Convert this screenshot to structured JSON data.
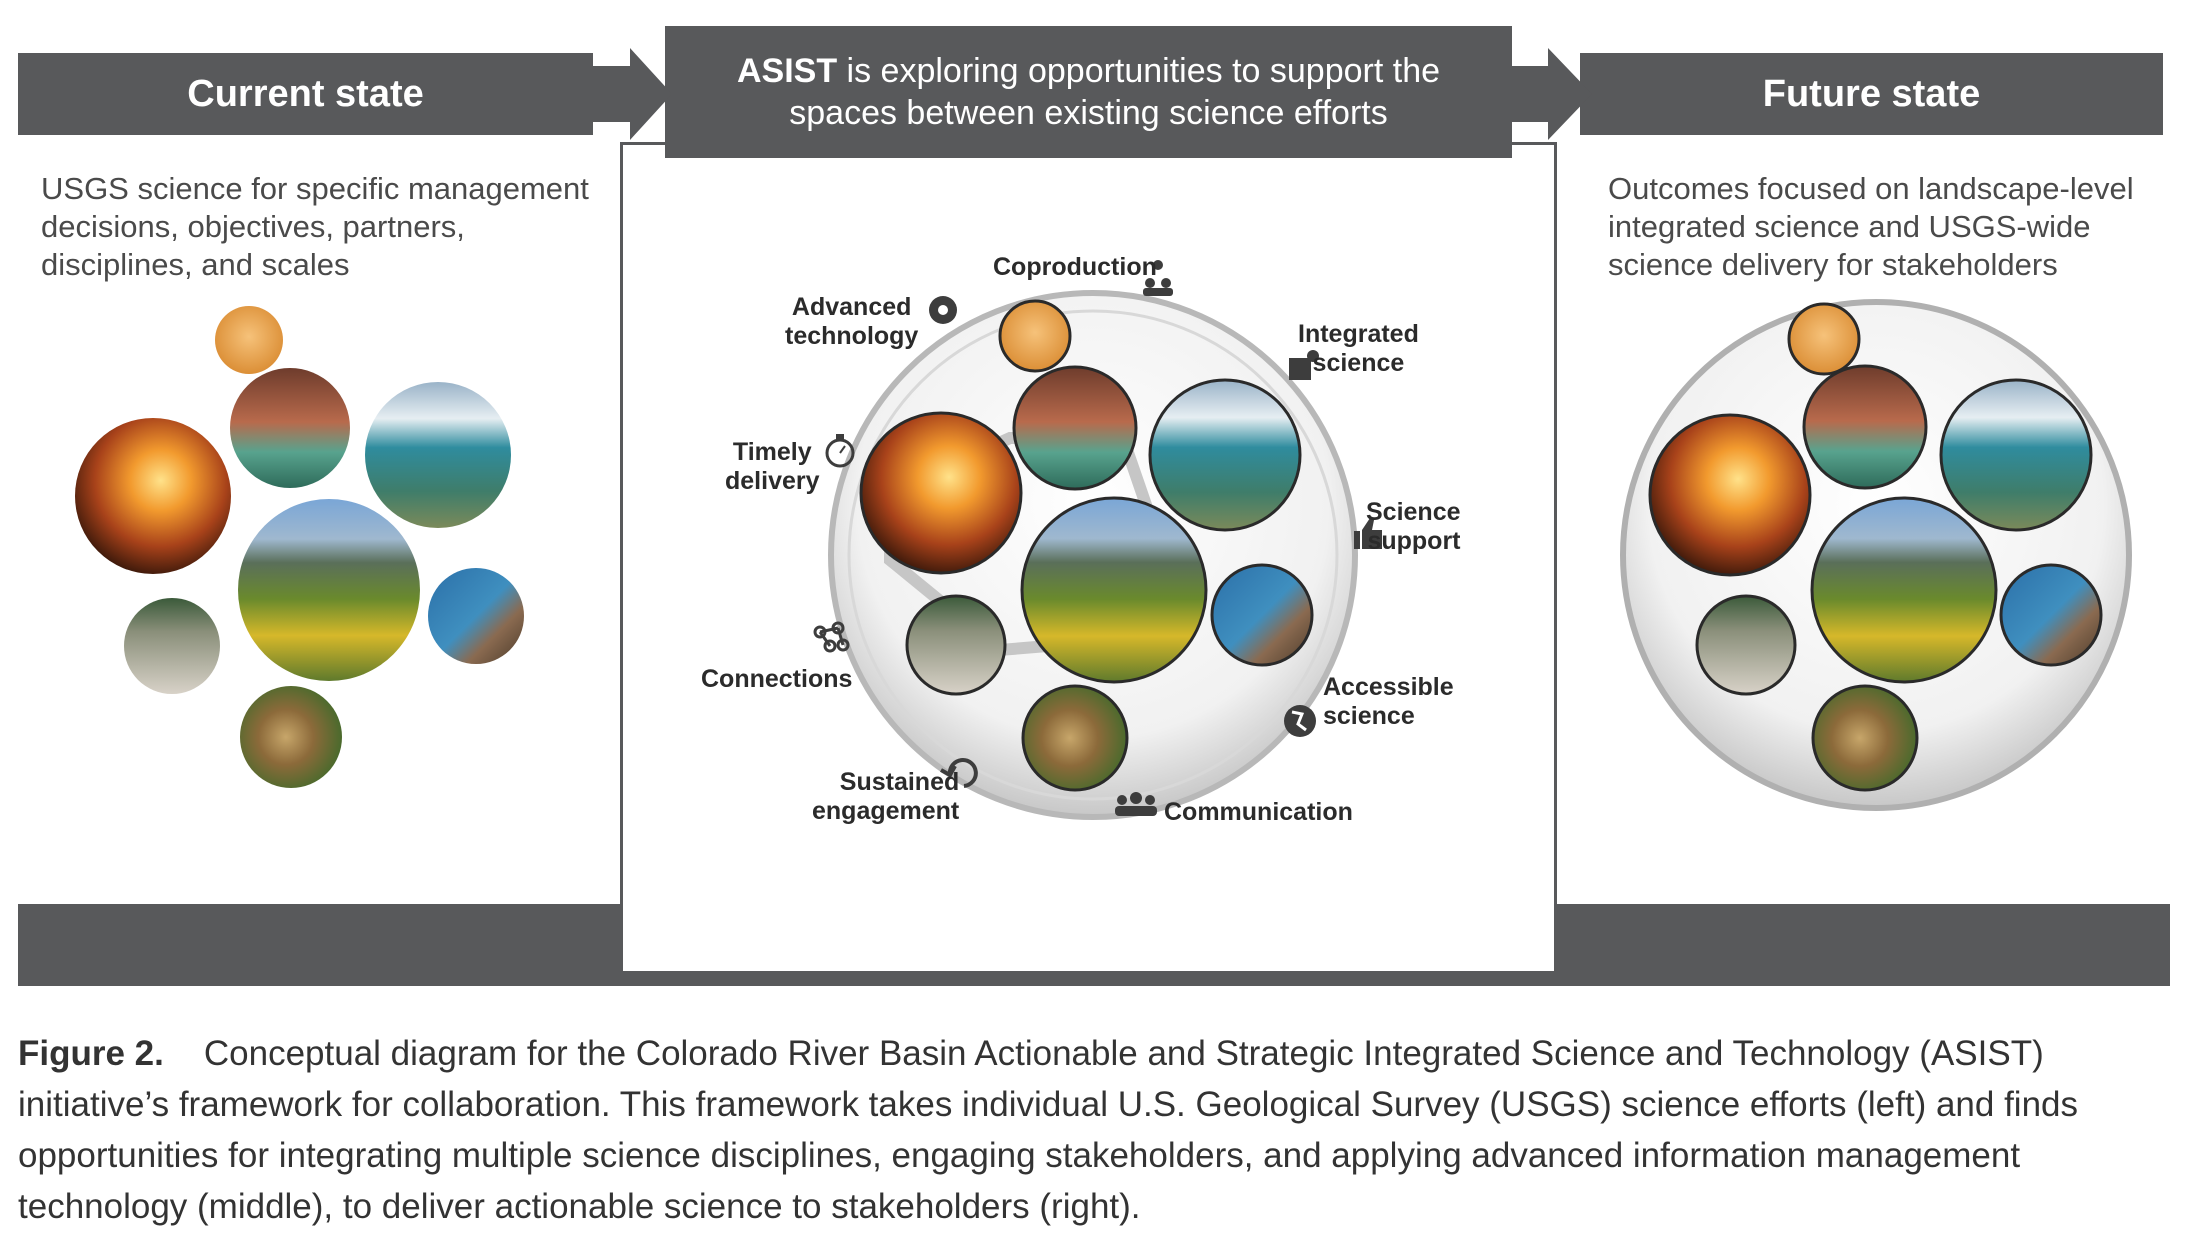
{
  "headers": {
    "current": "Current state",
    "middle_bold": "ASIST",
    "middle_rest_line1": " is exploring opportunities to support the",
    "middle_line2": "spaces between existing science efforts",
    "future": "Future state"
  },
  "descriptions": {
    "current": [
      "USGS science for specific management",
      "decisions, objectives, partners,",
      "disciplines, and scales"
    ],
    "future": [
      "Outcomes focused on landscape-level",
      "integrated science and USGS-wide",
      "science delivery for stakeholders"
    ]
  },
  "labels": {
    "coproduction": "Coproduction",
    "advanced": [
      "Advanced",
      "technology"
    ],
    "integrated": [
      "Integrated",
      "science"
    ],
    "timely": [
      "Timely",
      "delivery"
    ],
    "support": [
      "Science",
      "support"
    ],
    "connections": "Connections",
    "accessible": [
      "Accessible",
      "science"
    ],
    "sustained": [
      "Sustained",
      "engagement"
    ],
    "communication": "Communication"
  },
  "icons": [
    "people-pin-icon",
    "gear-head-icon",
    "puzzle-icon",
    "stopwatch-icon",
    "thumbs-up-icon",
    "network-icon",
    "globe-icon",
    "cycle-arrows-icon",
    "group-icon"
  ],
  "colors": {
    "band": "#58595b",
    "text_dark": "#2b2b2b",
    "wind": "#e9a550",
    "water": "#2f8c9e"
  },
  "caption": {
    "label": "Figure 2.",
    "lines": [
      "Conceptual diagram for the Colorado River Basin Actionable and Strategic Integrated Science and Technology (ASIST)",
      "initiative’s framework for collaboration. This framework takes individual U.S. Geological Survey (USGS) science efforts (left) and finds",
      "opportunities for integrating multiple science disciplines, engaging stakeholders, and applying advanced information management",
      "technology (middle), to deliver actionable science to stakeholders (right)."
    ]
  }
}
